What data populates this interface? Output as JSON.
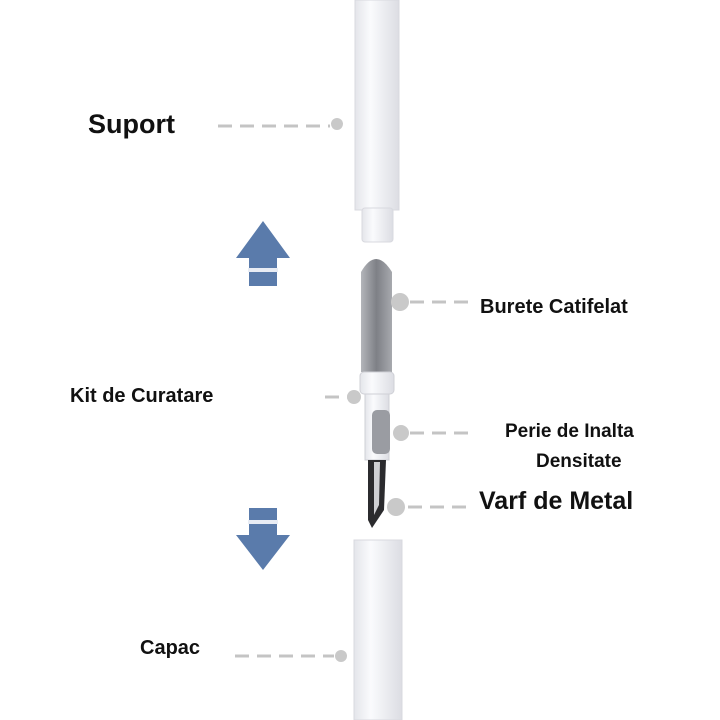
{
  "labels": {
    "suport": "Suport",
    "burete": "Burete Catifelat",
    "kit": "Kit de Curatare",
    "perie_line1": "Perie de Inalta",
    "perie_line2": "Densitate",
    "varf": "Varf de Metal",
    "capac": "Capac"
  },
  "colors": {
    "arrow": "#5a7bab",
    "leader": "#c4c4c4",
    "tube": "#f1f2f6",
    "sponge": "#8d8f95"
  }
}
